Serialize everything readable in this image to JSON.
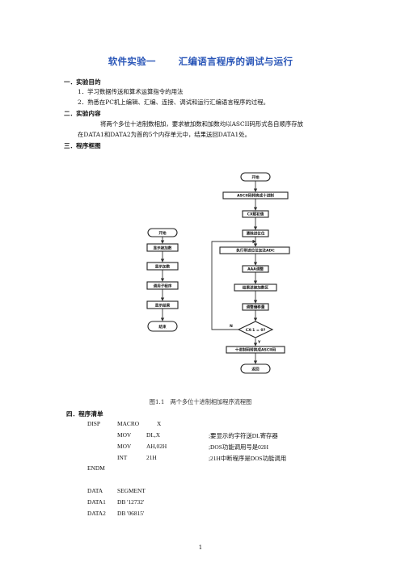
{
  "title": {
    "part1": "软件实验一",
    "part2": "汇编语言程序的调试与运行"
  },
  "sections": {
    "s1": "一．实验目的",
    "s1_items": [
      "1．学习数据传送和算术运算指令的用法",
      "2．熟悉在PC机上编辑、汇编、连接、调试和运行汇编语言程序的过程。"
    ],
    "s2": "二．实验内容",
    "s2_text1": "将两个多位十进制数相加，要求被加数和加数均以ASCII码形式各自顺序存放",
    "s2_text2": "在DATA1和DATA2为首的5个内存单元中，结果送回DATA1处。",
    "s3": "三．程序框图",
    "s4": "四．程序清单"
  },
  "flowchart": {
    "left": [
      "开始",
      "显示被加数",
      "显示加数",
      "调用子程序",
      "显示结果",
      "结束"
    ],
    "right": [
      "开始",
      "ASCII码转换成十进制",
      "CX赋初值",
      "清除进位位",
      "执行带进位位加法ADC",
      "AAA调整",
      "结果送被加数区",
      "调整偏移量",
      "CX-1 = 0?",
      "十进制码转换成ASCII码",
      "返回"
    ],
    "label_n": "N",
    "label_y": "Y"
  },
  "caption": "图1.1　两个多位十进制相加程序流程图",
  "code": {
    "l1": [
      "DISP",
      "MACRO",
      "X"
    ],
    "l2": [
      "MOV",
      "DL,X",
      ";要显示的字符送DL寄存器"
    ],
    "l3": [
      "MOV",
      "AH,02H",
      ";DOS功能调用号是02H"
    ],
    "l4": [
      "INT",
      "21H",
      ";21H中断程序是DOS功能调用"
    ],
    "l5": "ENDM",
    "l6": [
      "DATA",
      "SEGMENT"
    ],
    "l7": [
      "DATA1",
      "DB '12732'"
    ],
    "l8": [
      "DATA2",
      "DB '06815'"
    ]
  },
  "page_number": "1"
}
